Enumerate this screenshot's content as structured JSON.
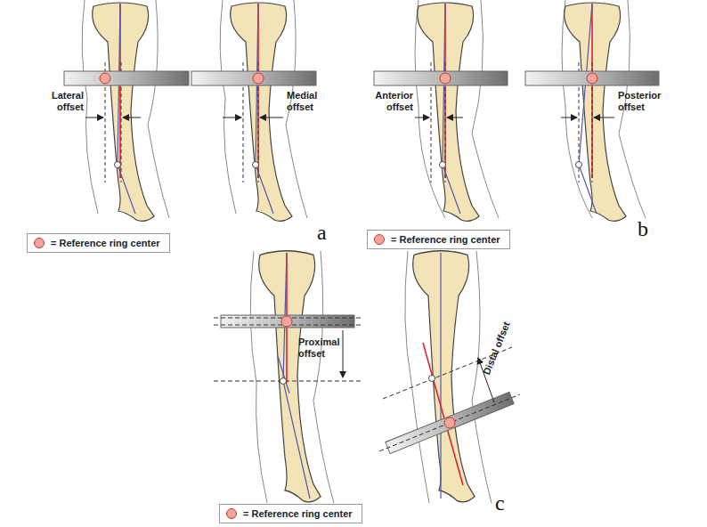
{
  "diagram": {
    "labels": [
      "Lateral offset",
      "Medial offset",
      "a",
      "Anterior offset",
      "Posterior offset",
      "b",
      "Proximal offset",
      "Distal offset",
      "c"
    ],
    "legend": [
      {
        "text": "= Reference ring center"
      },
      {
        "text": "= Reference ring center"
      },
      {
        "text": "= Reference ring center"
      }
    ]
  }
}
